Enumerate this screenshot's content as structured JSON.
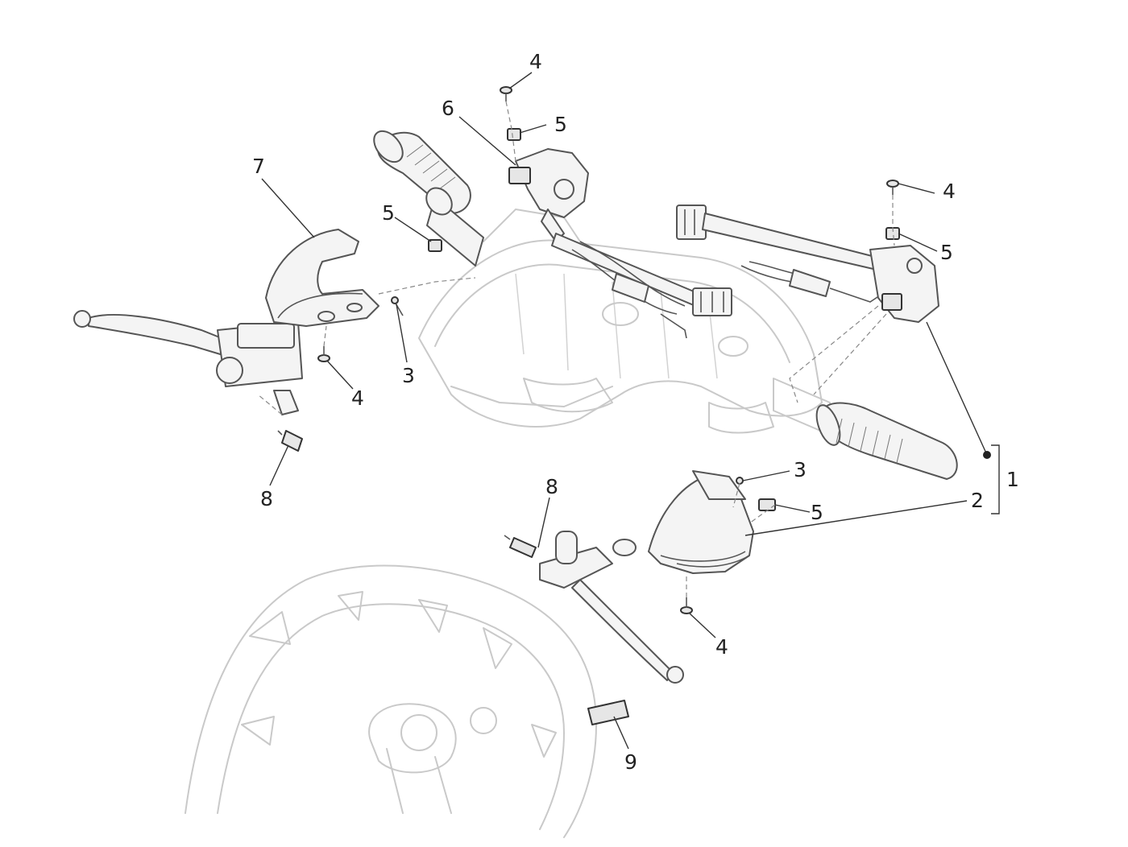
{
  "callouts": [
    {
      "id": "c-4a",
      "label": "4"
    },
    {
      "id": "c-6",
      "label": "6"
    },
    {
      "id": "c-5a",
      "label": "5"
    },
    {
      "id": "c-7",
      "label": "7"
    },
    {
      "id": "c-5b",
      "label": "5"
    },
    {
      "id": "c-4b",
      "label": "4"
    },
    {
      "id": "c-5c",
      "label": "5"
    },
    {
      "id": "c-3a",
      "label": "3"
    },
    {
      "id": "c-4c",
      "label": "4"
    },
    {
      "id": "c-8a",
      "label": "8"
    },
    {
      "id": "c-1",
      "label": "1"
    },
    {
      "id": "c-3b",
      "label": "3"
    },
    {
      "id": "c-2",
      "label": "2"
    },
    {
      "id": "c-5d",
      "label": "5"
    },
    {
      "id": "c-8b",
      "label": "8"
    },
    {
      "id": "c-4d",
      "label": "4"
    },
    {
      "id": "c-9",
      "label": "9"
    }
  ],
  "colors": {
    "background": "#ffffff",
    "ghost_outline": "#c9c9c9",
    "part_outline": "#555555",
    "text": "#222222"
  }
}
